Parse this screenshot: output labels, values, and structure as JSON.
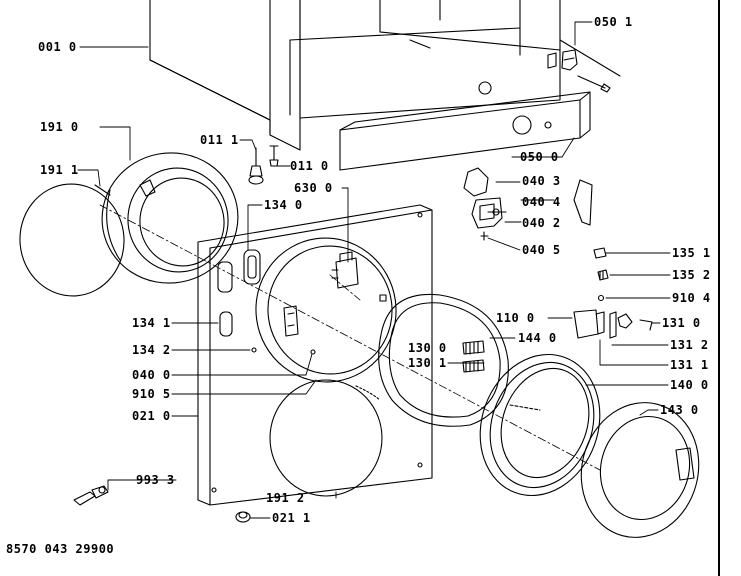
{
  "document_number": "8570 043 29900",
  "labels": {
    "l001_0": "001 0",
    "l050_1": "050 1",
    "l191_0": "191 0",
    "l011_1": "011 1",
    "l011_0": "011 0",
    "l191_1": "191 1",
    "l630_0": "630 0",
    "l050_0": "050 0",
    "l134_0": "134 0",
    "l040_3": "040 3",
    "l040_4": "040 4",
    "l040_2": "040 2",
    "l040_5": "040 5",
    "l135_1": "135 1",
    "l135_2": "135 2",
    "l910_4": "910 4",
    "l110_0": "110 0",
    "l131_0": "131 0",
    "l134_1": "134 1",
    "l144_0": "144 0",
    "l130_0": "130 0",
    "l131_2": "131 2",
    "l134_2": "134 2",
    "l130_1": "130 1",
    "l131_1": "131 1",
    "l040_0": "040 0",
    "l140_0": "140 0",
    "l910_5": "910 5",
    "l143_0": "143 0",
    "l021_0": "021 0",
    "l993_3": "993 3",
    "l191_2": "191 2",
    "l021_1": "021 1"
  }
}
